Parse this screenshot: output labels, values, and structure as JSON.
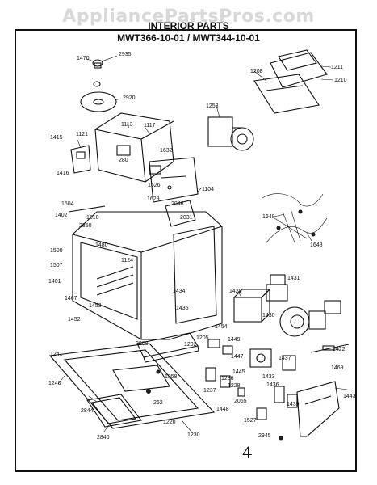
{
  "watermark": "AppliancePartsPros.com",
  "title": "INTERIOR PARTS",
  "subtitle": "MWT366-10-01 / MWT344-10-01",
  "page_number": "4",
  "labels": [
    "1470",
    "2935",
    "2920",
    "1121",
    "1415",
    "1416",
    "1113",
    "1117",
    "1632",
    "280",
    "1626",
    "1629",
    "1104",
    "2046",
    "1258",
    "1208",
    "1211",
    "1210",
    "1604",
    "1402",
    "1610",
    "2850",
    "1500",
    "1480",
    "1124",
    "1507",
    "1401",
    "1467",
    "1453",
    "1452",
    "2031",
    "1649",
    "1648",
    "1428",
    "1431",
    "1434",
    "1435",
    "1205",
    "1454",
    "1449",
    "1447",
    "1445",
    "1236",
    "1228",
    "1237",
    "2065",
    "1448",
    "1433",
    "1437",
    "1436",
    "1439",
    "1443",
    "1430",
    "1422",
    "1469",
    "1527",
    "2945",
    "1202",
    "1241",
    "2808",
    "1240",
    "2844",
    "2840",
    "1958",
    "262",
    "1220",
    "1230"
  ]
}
